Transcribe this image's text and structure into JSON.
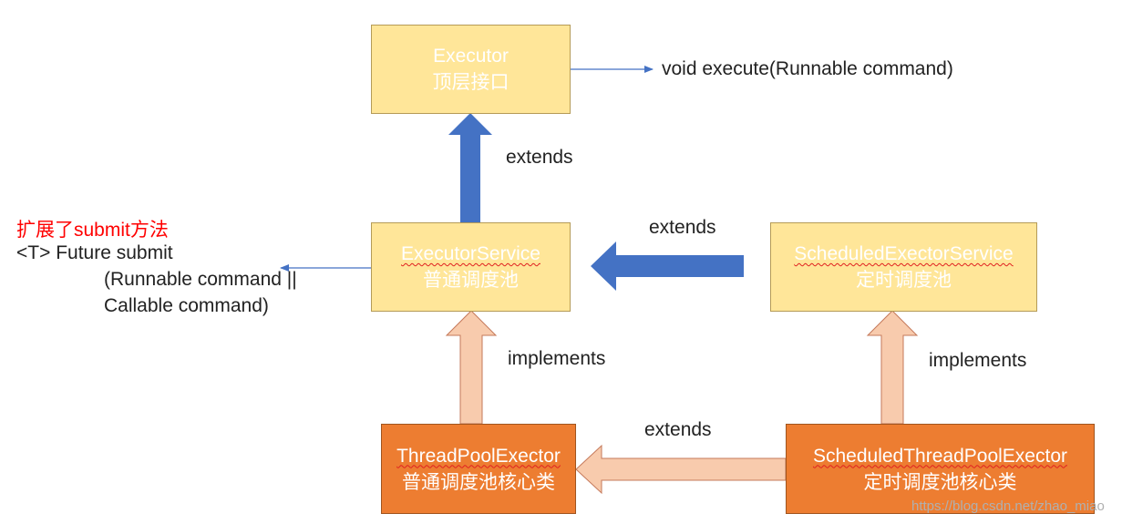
{
  "boxes": {
    "executor": {
      "title": "Executor",
      "subtitle": "顶层接口"
    },
    "executor_service": {
      "title": "ExecutorService",
      "subtitle": "普通调度池"
    },
    "scheduled_executor_service": {
      "title": "ScheduledExectorService",
      "subtitle": "定时调度池"
    },
    "thread_pool_executor": {
      "title": "ThreadPoolExector",
      "subtitle": "普通调度池核心类"
    },
    "scheduled_thread_pool_executor": {
      "title": "ScheduledThreadPoolExector",
      "subtitle": "定时调度池核心类"
    }
  },
  "labels": {
    "execute_method": "void execute(Runnable command)",
    "extends_service_to_executor": "extends",
    "extends_scheduled_to_service": "extends",
    "implements_pool_to_service": "implements",
    "implements_scheduled_pool_to_scheduled_service": "implements",
    "extends_scheduled_pool_to_pool": "extends"
  },
  "note": {
    "title": "扩展了submit方法",
    "line1": "<T> Future submit",
    "line2": "(Runnable command ||",
    "line3": "Callable command)"
  },
  "watermark": "https://blog.csdn.net/zhao_miao",
  "colors": {
    "interface_fill": "#ffe699",
    "class_fill": "#ed7d31",
    "extends_arrow": "#4472c4",
    "implements_arrow": "#f8cbad",
    "thin_arrow": "#4472c4",
    "note_title": "#ff0000"
  }
}
